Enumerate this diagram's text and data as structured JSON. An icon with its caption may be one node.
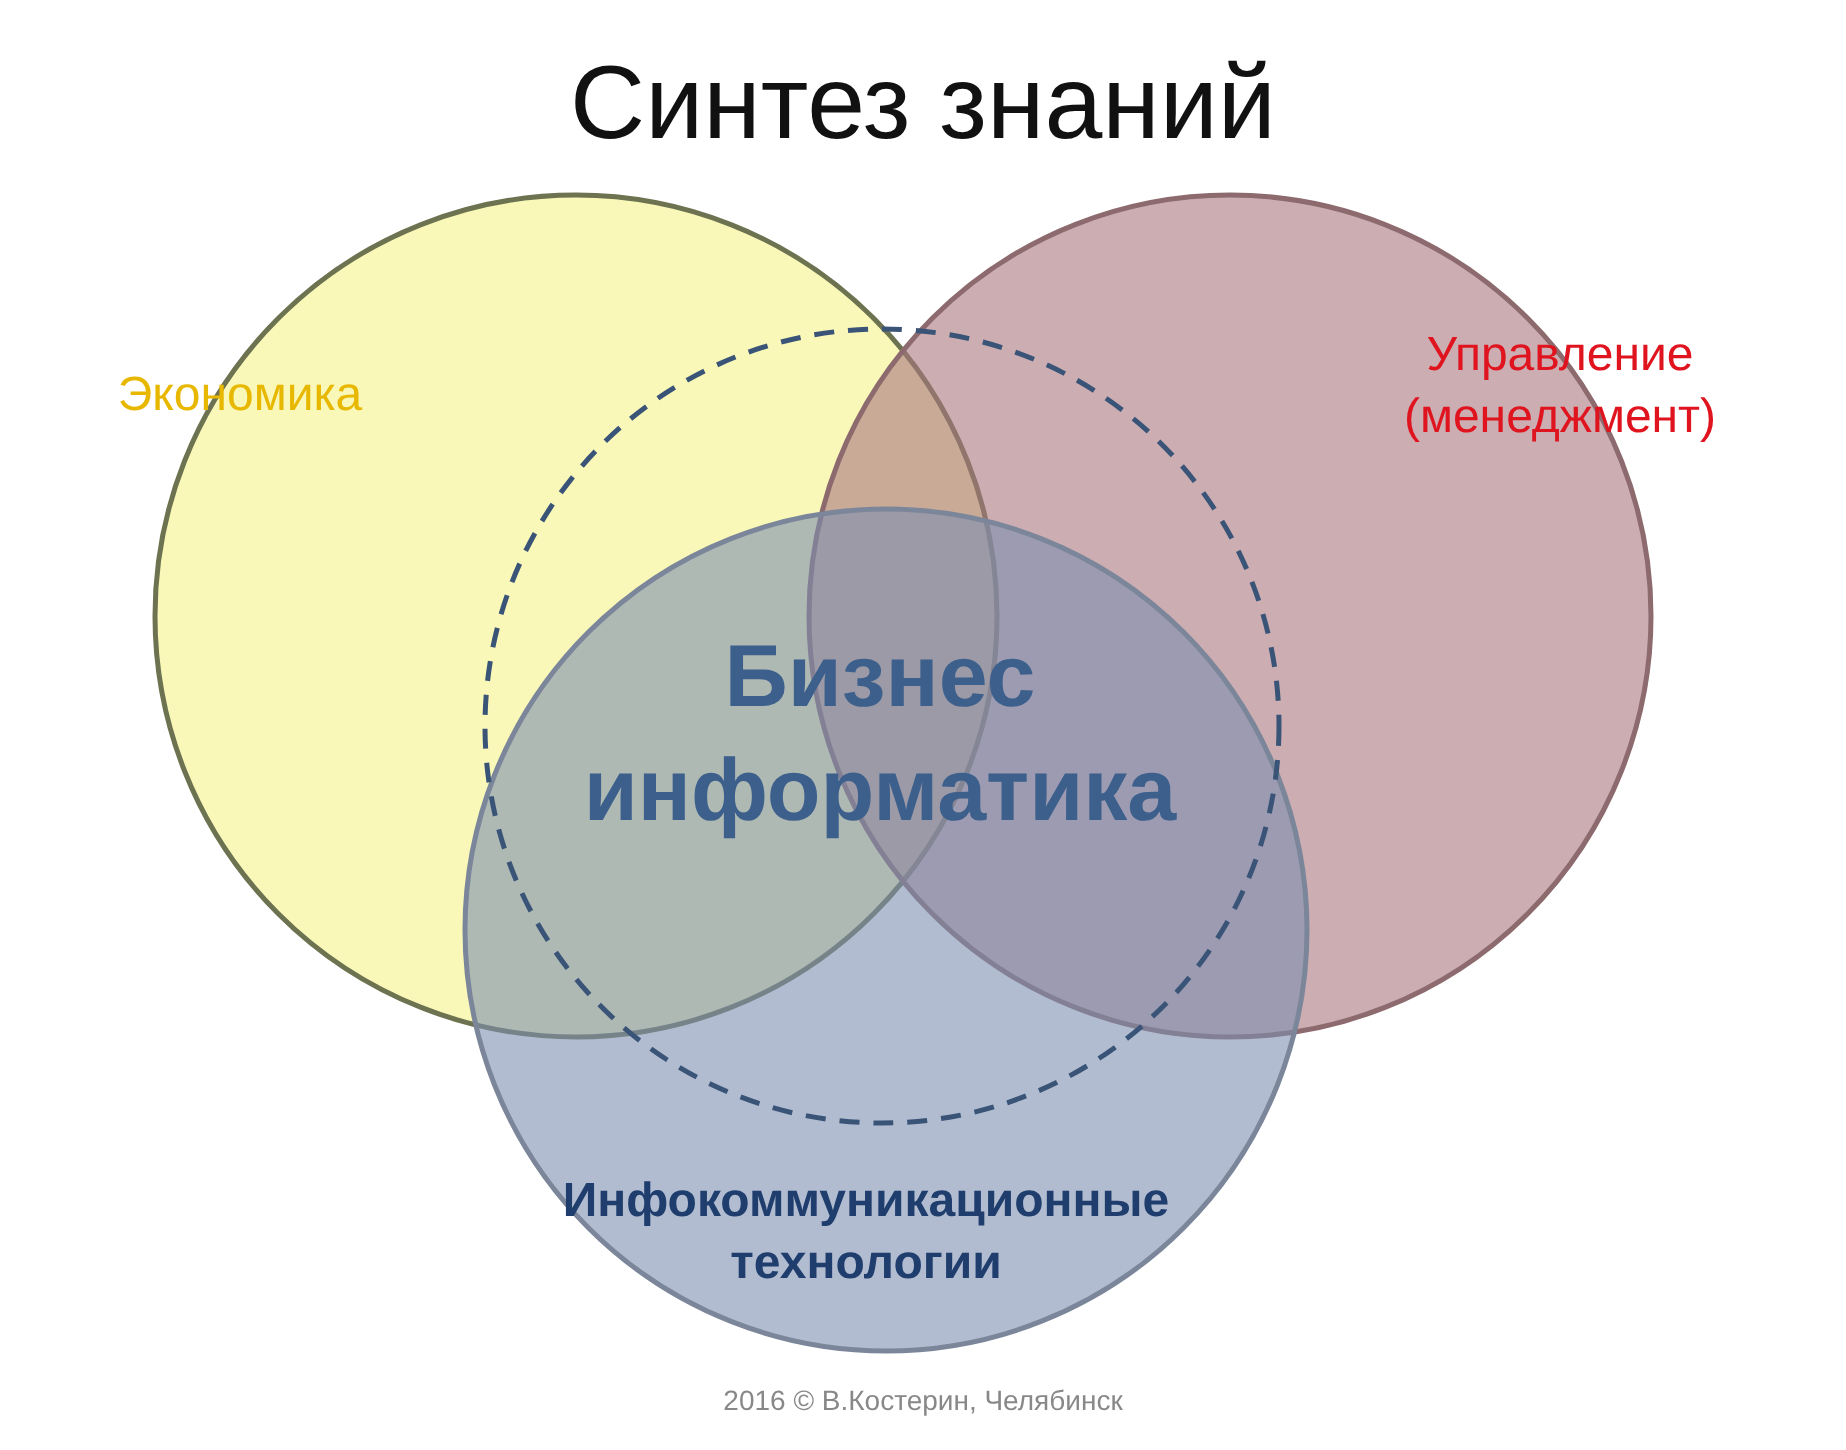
{
  "diagram": {
    "title": "Синтез знаний",
    "nodes": [
      {
        "text": [
          "Экономика"
        ]
      },
      {
        "text": [
          "Управление (менеджмент)"
        ]
      },
      {
        "text": [
          "Инфокоммуникационные технологии"
        ]
      },
      {
        "text": [
          "Бизнес информатика"
        ]
      }
    ],
    "labels": [
      "2016 © В.Костерин, Челябинск"
    ]
  }
}
